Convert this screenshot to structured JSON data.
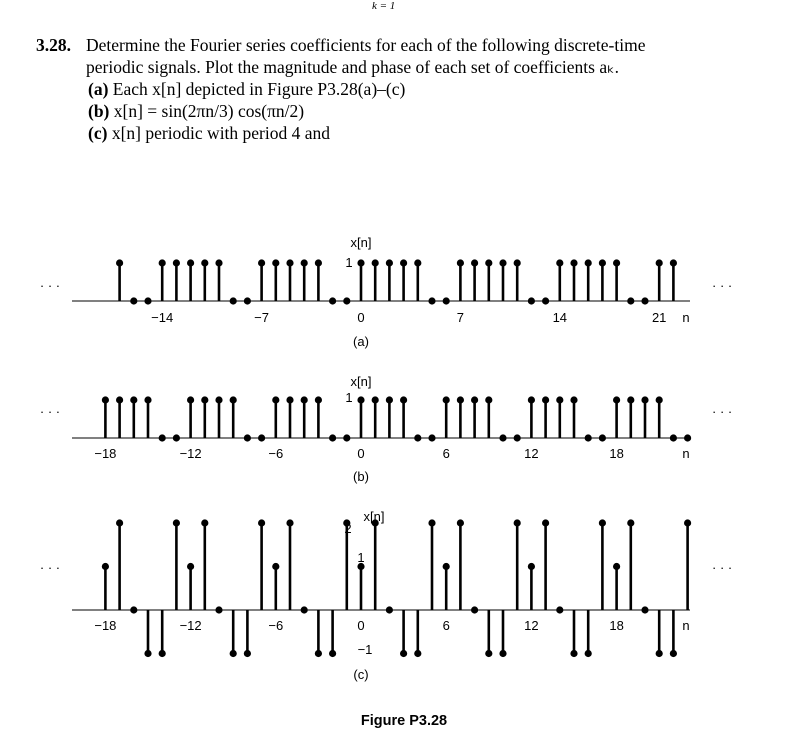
{
  "top_fragment": "k = 1",
  "problem": {
    "number": "3.28.",
    "intro_line1": "Determine the Fourier series coefficients for each of the following discrete-time",
    "intro_line2": "periodic signals. Plot the magnitude and phase of each set of coefficients aₖ.",
    "items": [
      {
        "label": "(a)",
        "text": "Each x[n] depicted in Figure P3.28(a)–(c)"
      },
      {
        "label": "(b)",
        "text": "x[n] = sin(2πn/3) cos(πn/2)"
      },
      {
        "label": "(c)",
        "text": "x[n] periodic with period 4 and"
      }
    ]
  },
  "figure_caption": "Figure P3.28",
  "ellipsis": "· · ·",
  "chart_data": [
    {
      "type": "stem",
      "sublabel": "(a)",
      "ylabel": "x[n]",
      "xlabel": "n",
      "ytick_labels": [
        "1"
      ],
      "xticks": [
        -14,
        -7,
        0,
        7,
        14,
        21
      ],
      "period": 7,
      "one_period": [
        1,
        1,
        1,
        1,
        1,
        0,
        0
      ],
      "n_range": [
        -17,
        22
      ]
    },
    {
      "type": "stem",
      "sublabel": "(b)",
      "ylabel": "x[n]",
      "xlabel": "n",
      "ytick_labels": [
        "1"
      ],
      "xticks": [
        -18,
        -12,
        -6,
        0,
        6,
        12,
        18
      ],
      "period": 6,
      "one_period": [
        1,
        1,
        1,
        1,
        0,
        0
      ],
      "n_range": [
        -18,
        23
      ]
    },
    {
      "type": "stem",
      "sublabel": "(c)",
      "ylabel": "x[n]",
      "xlabel": "n",
      "ytick_labels": [
        "2",
        "1",
        "−1"
      ],
      "xticks": [
        -18,
        -12,
        -6,
        0,
        6,
        12,
        18
      ],
      "period": 6,
      "one_period": [
        1,
        2,
        0,
        -1,
        -1,
        2
      ],
      "n_range": [
        -18,
        23
      ]
    }
  ]
}
